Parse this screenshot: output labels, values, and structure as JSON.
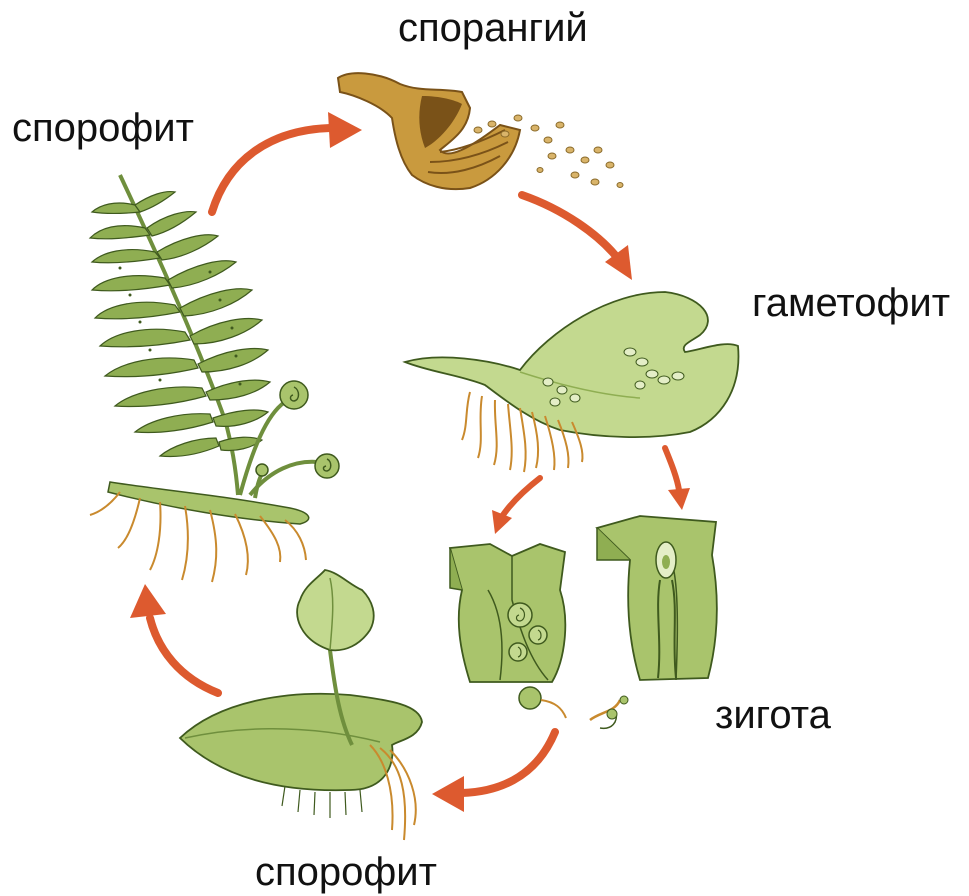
{
  "labels": {
    "sporangium": "спорангий",
    "sporophyte_adult": "спорофит",
    "gametophyte": "гаметофит",
    "zygote": "зигота",
    "sporophyte_young": "спорофит"
  },
  "colors": {
    "arrow": "#dd5a2f",
    "leaf_light": "#c3d98f",
    "leaf_mid": "#a9c46c",
    "leaf_dark": "#6f8f3d",
    "outline": "#3f5a1e",
    "root": "#c98a2e",
    "sporangium": "#c99a3e",
    "sporangium_dark": "#7a5218"
  },
  "icons": [
    "sporangium-icon",
    "spores-icon",
    "fern-frond-icon",
    "gametophyte-prothallus-icon",
    "antheridium-icon",
    "archegonium-icon",
    "zygote-icon",
    "young-sporophyte-icon",
    "cycle-arrow-icon"
  ]
}
